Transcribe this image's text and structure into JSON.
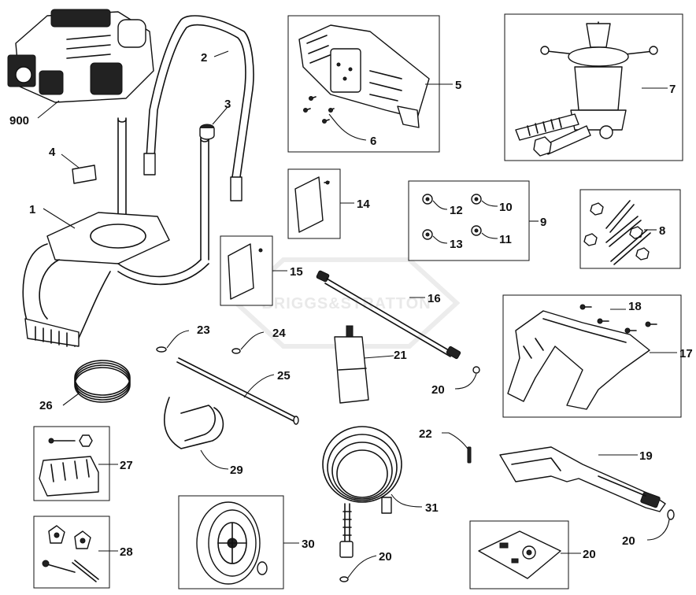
{
  "watermark": "BRIGGS&STRATTON",
  "labels": {
    "engine": "900",
    "frame": "1",
    "handle": "2",
    "handle_cap": "3",
    "decal_4": "4",
    "spray_gun_holder": "5",
    "holder_screws": "6",
    "pump": "7",
    "pump_bolt_kit": "8",
    "screw_kit": "9",
    "screw_10": "10",
    "screw_11": "11",
    "screw_12": "12",
    "screw_13": "13",
    "plate_14": "14",
    "plate_15": "15",
    "wand": "16",
    "bracket": "17",
    "bracket_screws": "18",
    "spray_gun": "19",
    "oring_wand": "20",
    "oring_gun": "20",
    "oring_hose": "20",
    "decal_kit": "20",
    "nozzle": "21",
    "pin": "22",
    "washer_23": "23",
    "washer_24": "24",
    "axle": "25",
    "coil_hose": "26",
    "foot_kit": "27",
    "knob_kit": "28",
    "wire_clip": "29",
    "wheel": "30",
    "hose": "31"
  }
}
